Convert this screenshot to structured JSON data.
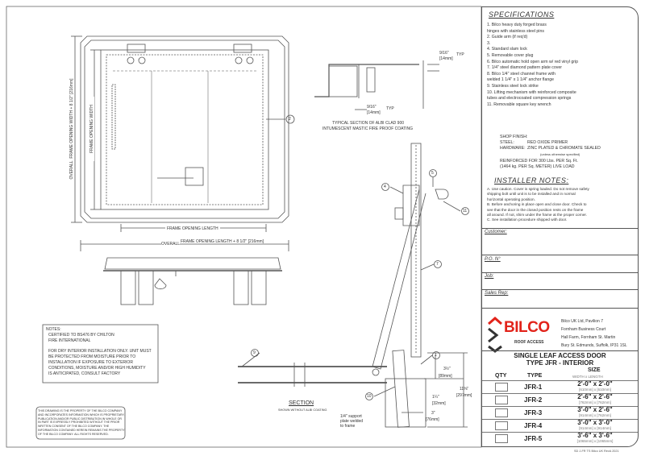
{
  "specifications": {
    "title": "SPECIFICATIONS",
    "items": [
      "1.  Bilco heavy duty forged brass",
      "     hinges with stainless steel pins",
      "2.  Guide arm (if req'd)",
      "3.",
      "4.  Standard slam lock",
      "5.  Removable cover plug",
      "6.  Bilco automatic hold open arm w/ red vinyl grip",
      "7.  1/4\" steel diamond pattern plate cover",
      "8.  Bilco 1/4\" steel channel frame with",
      "     welded 1 1/4\" x 1 1/4\" anchor flange",
      "9.  Stainless steel lock strike",
      "10. Lifting mechanism with reinforced composite",
      "     tubes and electrocoated compression springs",
      "11. Removable square key wrench"
    ]
  },
  "shop_finish": {
    "heading": "SHOP FINISH:",
    "steel_label": "STEEL:",
    "steel_value": "RED OXIDE PRIMER",
    "hardware_label": "HARDWARE:",
    "hardware_value": "ZINC PLATED & CHROMATE SEALED",
    "note": "(unless otherwise specified)",
    "load_1": "REINFORCED FOR 300 Lbs. PER Sq. Ft.",
    "load_2": "(1464 kg. PER Sq. METER) LIVE LOAD"
  },
  "installer_notes": {
    "title": "INSTALLER NOTES:",
    "lines": [
      "A. Use caution. Cover is spring loaded. Do not remove safety",
      "    shipping bolt until unit is to be installed and in normal",
      "    horizontal operating position.",
      "B. Before anchoring in place open and close door. Check to",
      "    see that the door in the closed position rests on the frame",
      "    all around. If not, shim under the frame at the proper corner.",
      "C. See installation procedure shipped with door."
    ]
  },
  "fields": {
    "customer": "Customer:",
    "po": "P.O. N°",
    "job": "Job:",
    "sales_rep": "Sales Rep:"
  },
  "company": {
    "logo_text": "BILCO",
    "logo_sub": "ROOF ACCESS",
    "address": [
      "Bilco UK Ltd, Pavilion 7",
      "Fornham Business Court",
      "Hall Farm, Fornham St. Martin",
      "Bury St. Edmunds, Suffolk, IP31 1SL"
    ],
    "brand_red": "#e2231a"
  },
  "product": {
    "title_1": "SINGLE LEAF ACCESS DOOR",
    "title_2": "TYPE JFR  -  INTERIOR",
    "col_qty": "QTY",
    "col_type": "TYPE",
    "col_size": "SIZE",
    "col_size_sub": "WIDTH  x  LENGTH",
    "rows": [
      {
        "type": "JFR-1",
        "size": "2'-0\" x 2'-0\"",
        "mm": "[610mm] x [610mm]"
      },
      {
        "type": "JFR-2",
        "size": "2'-6\" x 2'-6\"",
        "mm": "[762mm] x [762mm]"
      },
      {
        "type": "JFR-3",
        "size": "3'-0\" x 2'-6\"",
        "mm": "[914mm] x [762mm]"
      },
      {
        "type": "JFR-4",
        "size": "3'-0\" x 3'-0\"",
        "mm": "[914mm] x [914mm]"
      },
      {
        "type": "JFR-5",
        "size": "3'-6\" x 3'-6\"",
        "mm": "[1065mm] x [1065mm]"
      }
    ]
  },
  "footer_ref": "SD J-FR TS Bilco UK RevA 2021",
  "drawing": {
    "overall_width": "OVERALL",
    "overall_width_dim": "FRAME OPENING WIDTH + 8 1/2\" [216mm]",
    "frame_opening_width": "FRAME OPENING WIDTH",
    "frame_opening_length": "FRAME OPENING LENGTH",
    "overall_length": "OVERALL",
    "overall_length_dim": "FRAME OPENING LENGTH + 8 1/2\" [216mm]",
    "typical_section_1": "TYPICAL SECTION OF ALBI CLAD 900",
    "typical_section_2": "INTUMESCENT MASTIC FIRE PROOF COATING",
    "dim_9_16_a": "9/16\"",
    "dim_14mm_a": "[14mm]",
    "typ_a": "TYP",
    "dim_9_16_b": "9/16\"",
    "dim_14mm_b": "[14mm]",
    "typ_b": "TYP",
    "section_title": "SECTION",
    "section_sub": "SHOWN WITHOUT ALBI COATING",
    "support_plate": [
      "1/4\" support",
      "plate welded",
      "to frame"
    ],
    "dim_3_5": "3½\"",
    "dim_89": "[89mm]",
    "dim_11_5": "11⅝\"",
    "dim_297": "[297mm]",
    "dim_1_25": "1¼\"",
    "dim_32": "[32mm]",
    "dim_3": "3\"",
    "dim_76": "[76mm]",
    "balloons": [
      "1",
      "2",
      "4",
      "5",
      "7",
      "9",
      "10",
      "11"
    ]
  },
  "notes": {
    "heading": "NOTES:",
    "lines": [
      "CERTIFIED TO BS476 BY CHILTON",
      "FIRE INTERNATIONAL",
      "",
      "FOR DRY INTERIOR INSTALLATION ONLY. UNIT MUST",
      "BE PROTECTED FROM MOISTURE PRIOR TO",
      "INSTALLATION IF EXPOSURE TO EXTERIOR",
      "CONDITIONS, MOISTURE AND/OR HIGH HUMIDITY",
      "IS ANTICIPATED, CONSULT FACTORY"
    ]
  },
  "copyright": [
    "THIS DRAWING IS THE PROPERTY OF THE BILCO COMPANY",
    "AND INCORPORATES INFORMATION WHICH IS PROPRIETARY.",
    "PUBLICATION AND/OR PUBLIC DISTRIBUTION IN WHOLE OR",
    "IN PART IS EXPRESSLY PROHIBITED WITHOUT THE PRIOR",
    "WRITTEN CONSENT OF THE BILCO COMPANY. THE",
    "INFORMATION CONTAINED HEREIN REMAINS THE PROPERTY",
    "OF THE BILCO COMPANY. ALL RIGHTS RESERVED."
  ]
}
